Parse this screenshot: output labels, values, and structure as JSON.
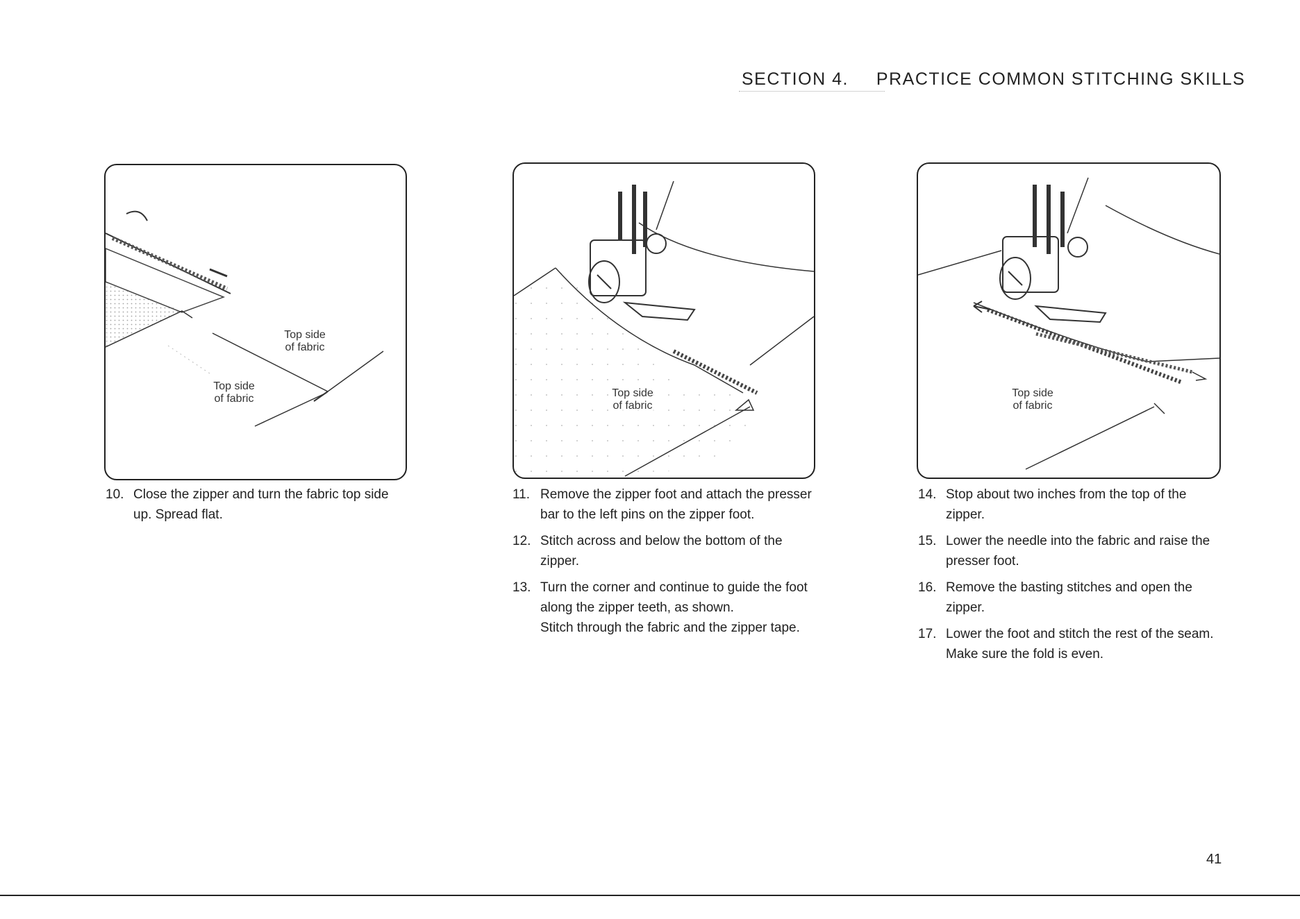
{
  "header": {
    "section": "SECTION 4.",
    "title": "PRACTICE COMMON STITCHING SKILLS"
  },
  "panels": [
    {
      "labels": [
        "Top side of fabric",
        "Top side of fabric"
      ]
    },
    {
      "labels": [
        "Top side of fabric"
      ]
    },
    {
      "labels": [
        "Top side of fabric"
      ]
    }
  ],
  "columns": [
    {
      "steps": [
        {
          "num": "10.",
          "text": "Close the zipper and turn the fabric top side up. Spread flat."
        }
      ]
    },
    {
      "steps": [
        {
          "num": "11.",
          "text": "Remove the zipper foot and attach the presser bar to the left pins on the zipper foot."
        },
        {
          "num": "12.",
          "text": "Stitch across and below the bottom of the zipper."
        },
        {
          "num": "13.",
          "text": "Turn the corner and continue to guide the foot along the zipper teeth, as shown.",
          "extra": "Stitch through the fabric and the zipper tape."
        }
      ]
    },
    {
      "steps": [
        {
          "num": "14.",
          "text": "Stop about two inches from the top of the zipper."
        },
        {
          "num": "15.",
          "text": "Lower the needle into the fabric and raise the presser foot."
        },
        {
          "num": "16.",
          "text": "Remove the basting stitches and open the zipper."
        },
        {
          "num": "17.",
          "text": "Lower the foot and stitch the rest of the seam. Make sure the fold is even."
        }
      ]
    }
  ],
  "page_number": "41"
}
